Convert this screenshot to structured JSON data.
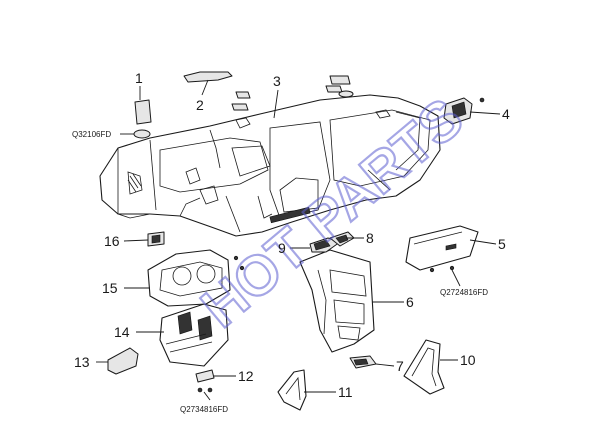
{
  "watermark": "HOT PARTS",
  "callouts": [
    {
      "id": "c1",
      "label": "1"
    },
    {
      "id": "c2",
      "label": "2"
    },
    {
      "id": "c3",
      "label": "3"
    },
    {
      "id": "c4",
      "label": "4"
    },
    {
      "id": "c5",
      "label": "5"
    },
    {
      "id": "c6",
      "label": "6"
    },
    {
      "id": "c7",
      "label": "7"
    },
    {
      "id": "c8",
      "label": "8"
    },
    {
      "id": "c9",
      "label": "9"
    },
    {
      "id": "c10",
      "label": "10"
    },
    {
      "id": "c11",
      "label": "11"
    },
    {
      "id": "c12",
      "label": "12"
    },
    {
      "id": "c13",
      "label": "13"
    },
    {
      "id": "c14",
      "label": "14"
    },
    {
      "id": "c15",
      "label": "15"
    },
    {
      "id": "c16",
      "label": "16"
    }
  ],
  "part_codes": {
    "code_a": "Q32106FD",
    "code_b": "Q2724816FD",
    "code_c": "Q2734816FD"
  }
}
